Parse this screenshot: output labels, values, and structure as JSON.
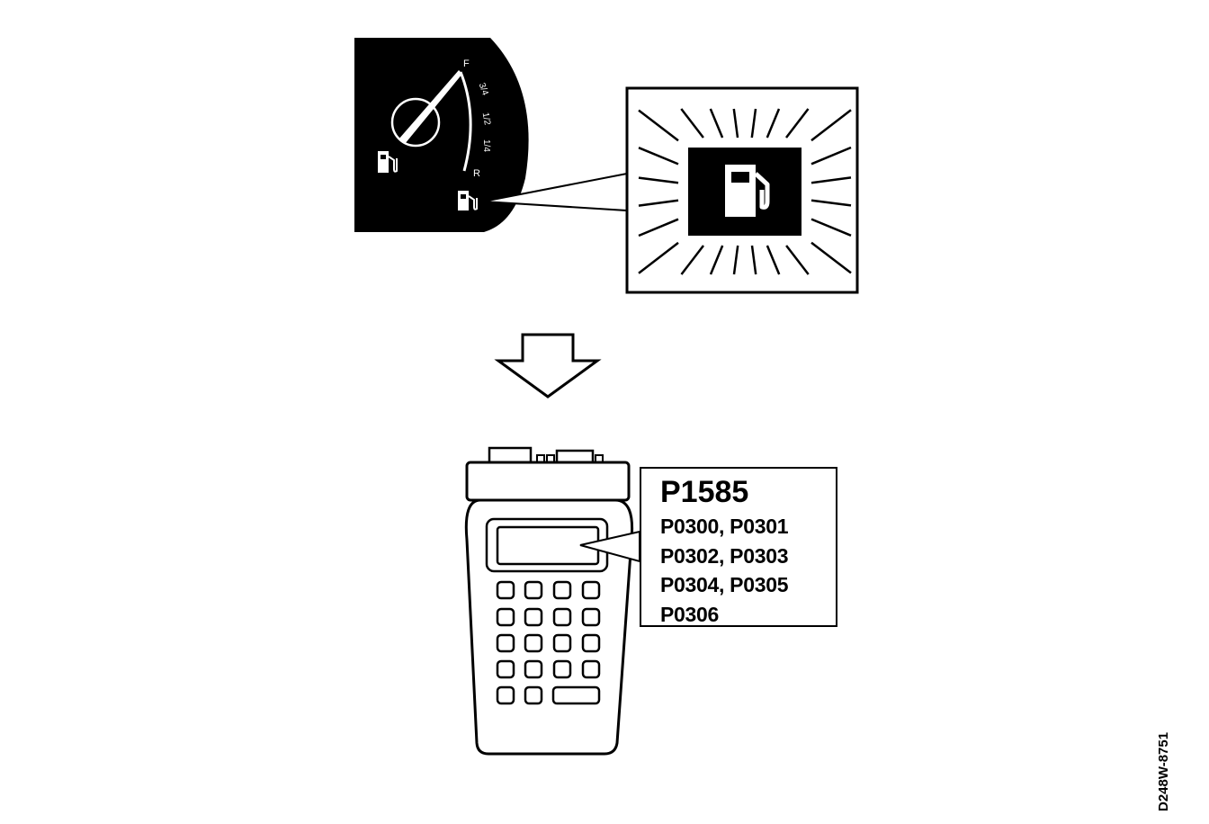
{
  "gauge": {
    "full_mark": "F",
    "three_quarter_mark": "3/4",
    "half_mark": "1/2",
    "quarter_mark": "1/4",
    "reserve_mark": "R"
  },
  "icons": {
    "gauge_fuel_icon": "fuel-pump-icon",
    "warning_lamp_icon": "fuel-pump-icon",
    "callout_icon": "fuel-pump-icon",
    "arrow": "down-arrow-icon"
  },
  "scan_tool": {
    "codes": {
      "primary": "P1585",
      "lines": [
        "P0300, P0301",
        "P0302, P0303",
        "P0304, P0305",
        "P0306"
      ]
    }
  },
  "figure_code": "D248W-8751",
  "colors": {
    "ink": "#000000",
    "paper": "#ffffff"
  }
}
